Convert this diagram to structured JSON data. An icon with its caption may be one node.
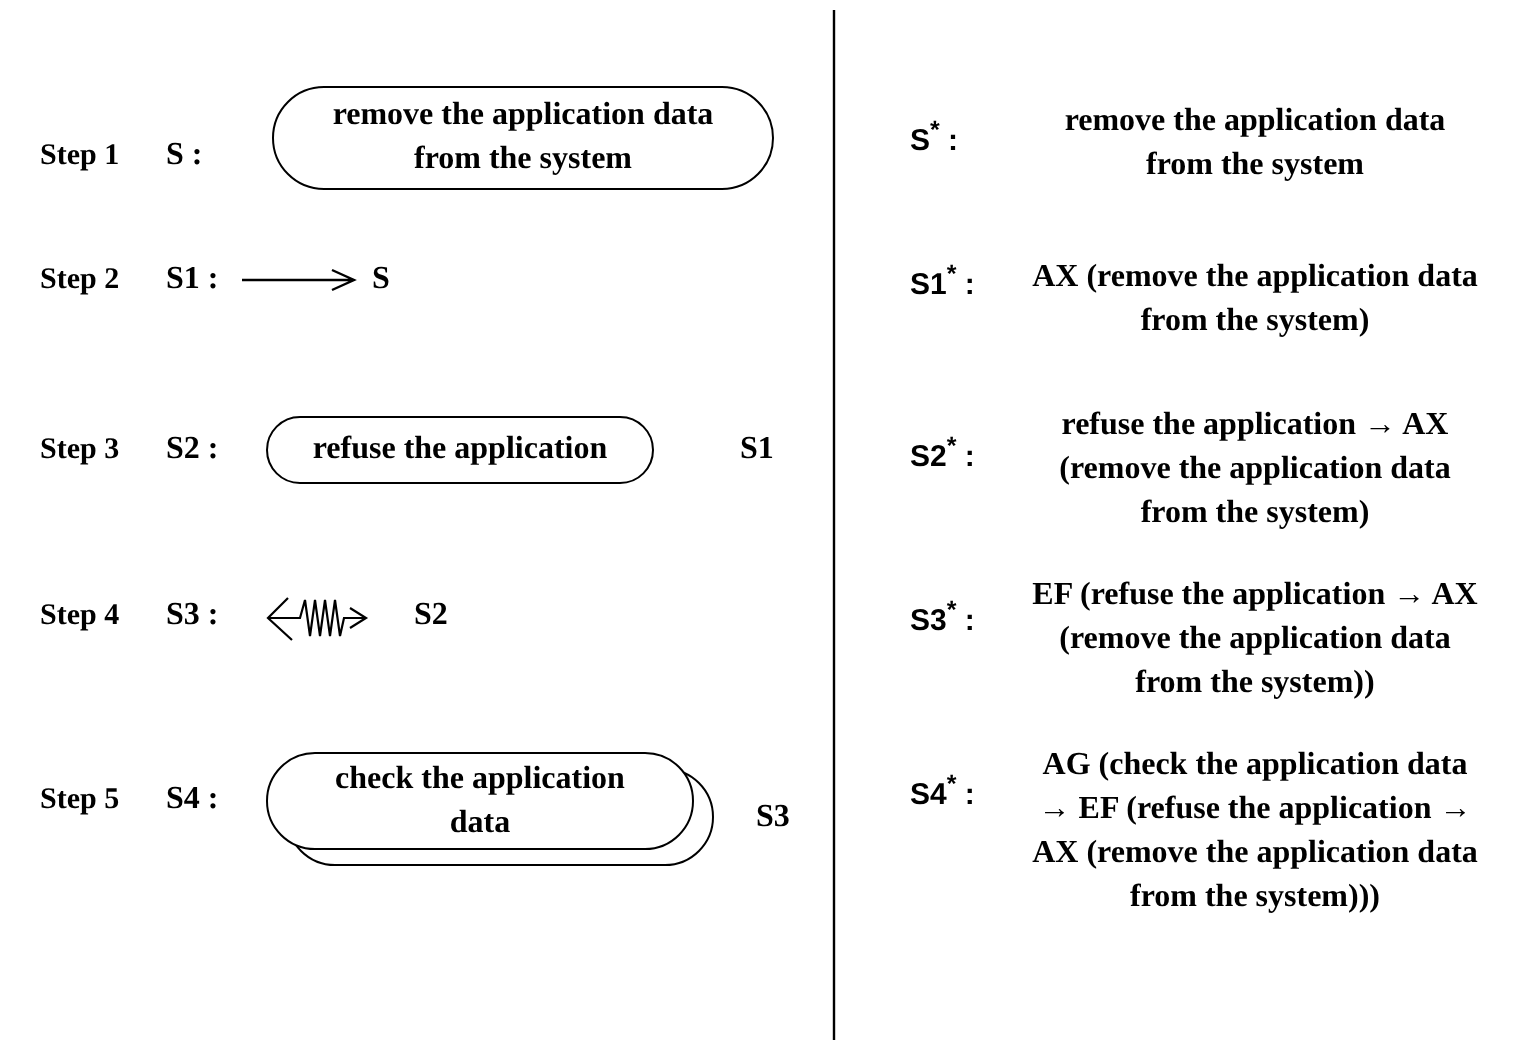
{
  "diagram": {
    "nodes": [
      {
        "text": [
          "remove the application data from the system"
        ]
      },
      {
        "text": [
          "refuse the application"
        ]
      },
      {
        "text": [
          "check the application data"
        ]
      }
    ],
    "labels": [
      "Step 1",
      "S :",
      "S$^{*}$ :",
      "remove the application data from the system",
      "Step 2",
      "S1 :",
      "S",
      "S1$^{*}$ :",
      "AX (remove the application data from the system)",
      "Step 3",
      "S2 :",
      "S1",
      "S2$^{*}$ :",
      "refuse the application → AX (remove the application data from the system)",
      "Step 4",
      "S3 :",
      "S2",
      "S3$^{*}$ :",
      "EF (refuse the application → AX (remove the application data from the system))",
      "Step 5",
      "S4 :",
      "S3",
      "S4$^{*}$ :",
      "AG (check the application data → EF (refuse the application → AX (remove the application data from the system)))"
    ]
  }
}
